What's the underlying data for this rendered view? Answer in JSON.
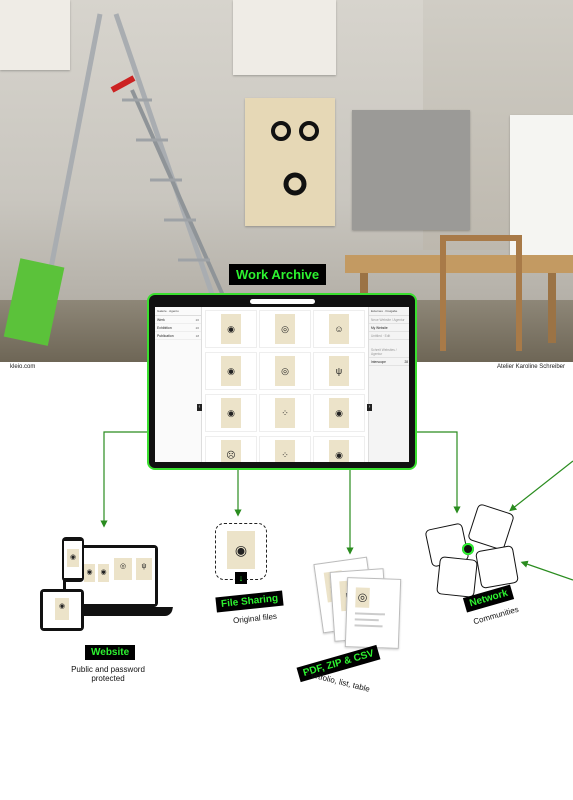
{
  "header": {
    "title": "Work Archive",
    "caption_left": "kleio.com",
    "caption_right": "Atelier Karoline Schreiber"
  },
  "screen": {
    "left_panel": {
      "heading": "Galerie · Agentu",
      "items": [
        {
          "label": "Werk",
          "count": "20"
        },
        {
          "label": "Exhibition",
          "count": "20"
        },
        {
          "label": "Publication",
          "count": "18"
        }
      ]
    },
    "right_panel": {
      "heading": "Externes · Freigabe",
      "section1": "Neue Website / Agentur",
      "field1": "My Website",
      "field1_hint": "Untitled · Edit",
      "section2": "Schreit Websites / Agentur",
      "field2": "Interscope",
      "field2_count": "28"
    },
    "artworks": [
      "◉",
      "◎",
      "☺",
      "◉",
      "◎",
      "ψ",
      "◉",
      "⁘",
      "◉",
      "☹",
      "⁘",
      "◉"
    ]
  },
  "outputs": {
    "website": {
      "label": "Website",
      "caption": "Public and password protected"
    },
    "file_sharing": {
      "label": "File Sharing",
      "caption": "Original files"
    },
    "export": {
      "label": "PDF, ZIP & CSV",
      "caption": "Portfolio, list, table"
    },
    "network": {
      "label": "Network",
      "caption": "Communities"
    }
  },
  "colors": {
    "accent": "#2df230",
    "connector": "#2a8c1f",
    "tag_bg": "#000000"
  },
  "icons": {
    "download": "download-icon",
    "arrow_left": "arrow-left-icon",
    "arrow_right": "arrow-right-icon"
  }
}
